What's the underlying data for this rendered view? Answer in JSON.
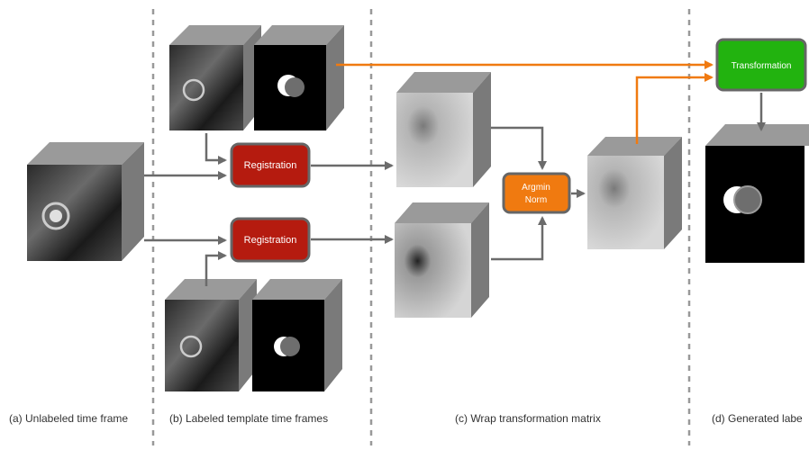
{
  "colors": {
    "registration": "#b51b0f",
    "registration_border": "#666666",
    "argmin": "#f07a10",
    "transformation": "#22b30f",
    "arrow_gray": "#6b6b6b",
    "arrow_orange": "#f07a10",
    "divider": "#999999"
  },
  "boxes": {
    "registration_top": "Registration",
    "registration_bottom": "Registration",
    "argmin_line1": "Argmin",
    "argmin_line2": "Norm",
    "transformation": "Transformation"
  },
  "captions": {
    "a": "(a) Unlabeled time frame",
    "b": "(b) Labeled template time frames",
    "c": "(c) Wrap transformation matrix",
    "d": "(d) Generated labe"
  }
}
